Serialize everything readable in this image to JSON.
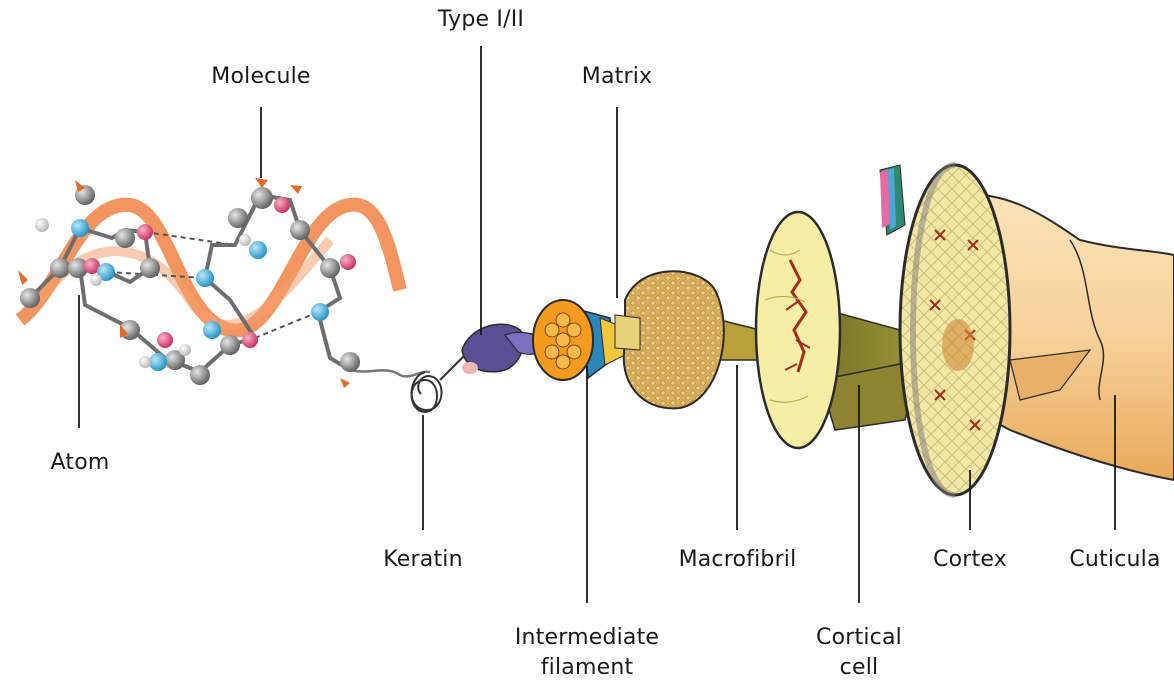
{
  "labels": {
    "type": "Type I/II",
    "molecule": "Molecule",
    "matrix": "Matrix",
    "atom": "Atom",
    "keratin": "Keratin",
    "intermediate_filament": "Intermediate filament",
    "macrofibril": "Macrofibril",
    "cortical_cell": "Cortical cell",
    "cortex": "Cortex",
    "cuticula": "Cuticula"
  },
  "colors": {
    "ribbon": "#f07a3a",
    "atom_grey": "#7b7b7b",
    "atom_blue": "#3aa7d8",
    "atom_pink": "#e2467a",
    "filament_purple": "#5a4f93",
    "matrix_tan": "#d9b062",
    "cortex_yellow": "#f6eea4",
    "hair_peach": "#f7d19a",
    "cell_olive": "#7e7a2e",
    "outline": "#2b2b2b"
  }
}
